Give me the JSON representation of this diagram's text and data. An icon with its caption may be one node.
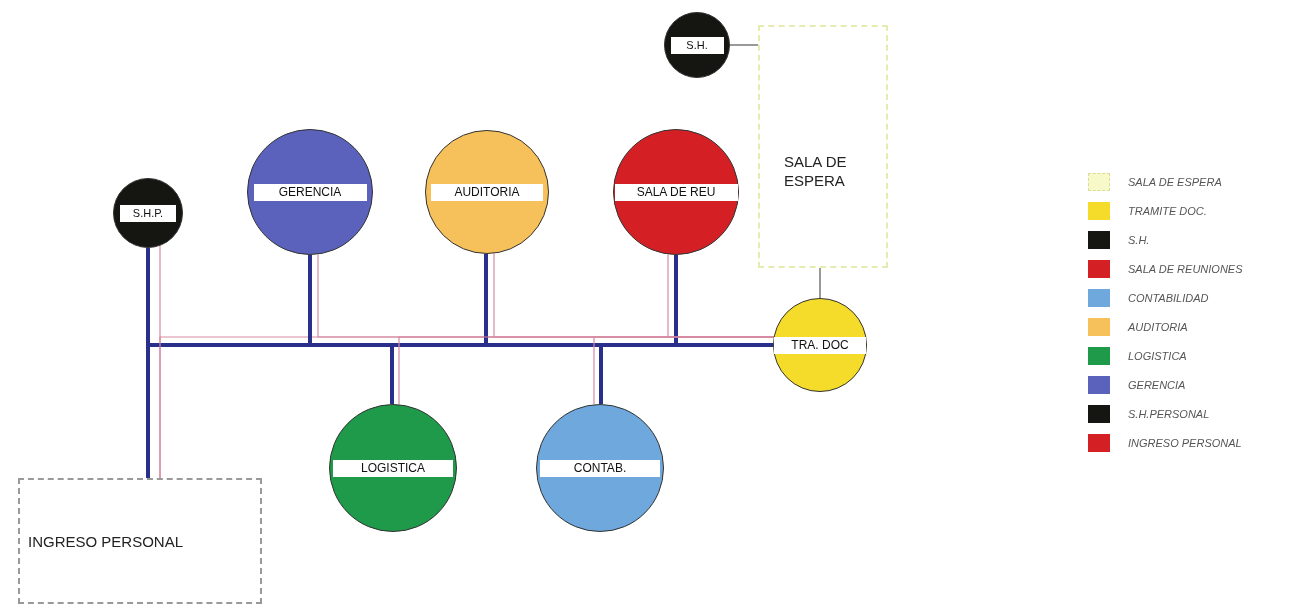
{
  "diagram": {
    "nodes": [
      {
        "text": [
          "S.H."
        ]
      },
      {
        "text": [
          "SALA DE ESPERA"
        ]
      },
      {
        "text": [
          "GERENCIA"
        ]
      },
      {
        "text": [
          "AUDITORIA"
        ]
      },
      {
        "text": [
          "SALA DE REU"
        ]
      },
      {
        "text": [
          "S.H.P."
        ]
      },
      {
        "text": [
          "TRA. DOC"
        ]
      },
      {
        "text": [
          "LOGISTICA"
        ]
      },
      {
        "text": [
          "CONTAB."
        ]
      },
      {
        "text": [
          "INGRESO PERSONAL"
        ]
      }
    ],
    "edges": [
      {
        "from": 0,
        "to": 1,
        "arrow": "none",
        "color": "#555555"
      },
      {
        "from": 1,
        "to": 6,
        "arrow": "none",
        "color": "#555555"
      },
      {
        "from": 5,
        "to": 9,
        "arrow": "none",
        "style": "thick",
        "color": "#2b2f8c"
      },
      {
        "from": 5,
        "to": 9,
        "arrow": "none",
        "color": "#d68aa2"
      },
      {
        "from": 6,
        "to": 9,
        "arrow": "none",
        "style": "thick",
        "color": "#2b2f8c"
      },
      {
        "from": 6,
        "to": 9,
        "arrow": "none",
        "color": "#d68aa2"
      },
      {
        "from": 2,
        "to": 6,
        "arrow": "none",
        "style": "thick",
        "color": "#2b2f8c"
      },
      {
        "from": 2,
        "to": 6,
        "arrow": "none",
        "color": "#d68aa2"
      },
      {
        "from": 3,
        "to": 6,
        "arrow": "none",
        "style": "thick",
        "color": "#2b2f8c"
      },
      {
        "from": 3,
        "to": 6,
        "arrow": "none",
        "color": "#d68aa2"
      },
      {
        "from": 4,
        "to": 6,
        "arrow": "none",
        "style": "thick",
        "color": "#2b2f8c"
      },
      {
        "from": 4,
        "to": 6,
        "arrow": "none",
        "color": "#d68aa2"
      },
      {
        "from": 7,
        "to": 6,
        "arrow": "none",
        "style": "thick",
        "color": "#2b2f8c"
      },
      {
        "from": 7,
        "to": 6,
        "arrow": "none",
        "color": "#d68aa2"
      },
      {
        "from": 8,
        "to": 6,
        "arrow": "none",
        "style": "thick",
        "color": "#2b2f8c"
      },
      {
        "from": 8,
        "to": 6,
        "arrow": "none",
        "color": "#d68aa2"
      }
    ],
    "legend": [
      {
        "text": "SALA DE ESPERA",
        "color": "#f7f9c9"
      },
      {
        "text": "TRAMITE DOC.",
        "color": "#f5dc2a"
      },
      {
        "text": "S.H.",
        "color": "#151512"
      },
      {
        "text": "SALA DE REUNIONES",
        "color": "#d42024"
      },
      {
        "text": "CONTABILIDAD",
        "color": "#6fa8dc"
      },
      {
        "text": "AUDITORIA",
        "color": "#f6c15a"
      },
      {
        "text": "LOGISTICA",
        "color": "#1e9a4a"
      },
      {
        "text": "GERENCIA",
        "color": "#5a62bb"
      },
      {
        "text": "S.H.PERSONAL",
        "color": "#151512"
      },
      {
        "text": "INGRESO PERSONAL",
        "color": "#d42024"
      }
    ]
  }
}
